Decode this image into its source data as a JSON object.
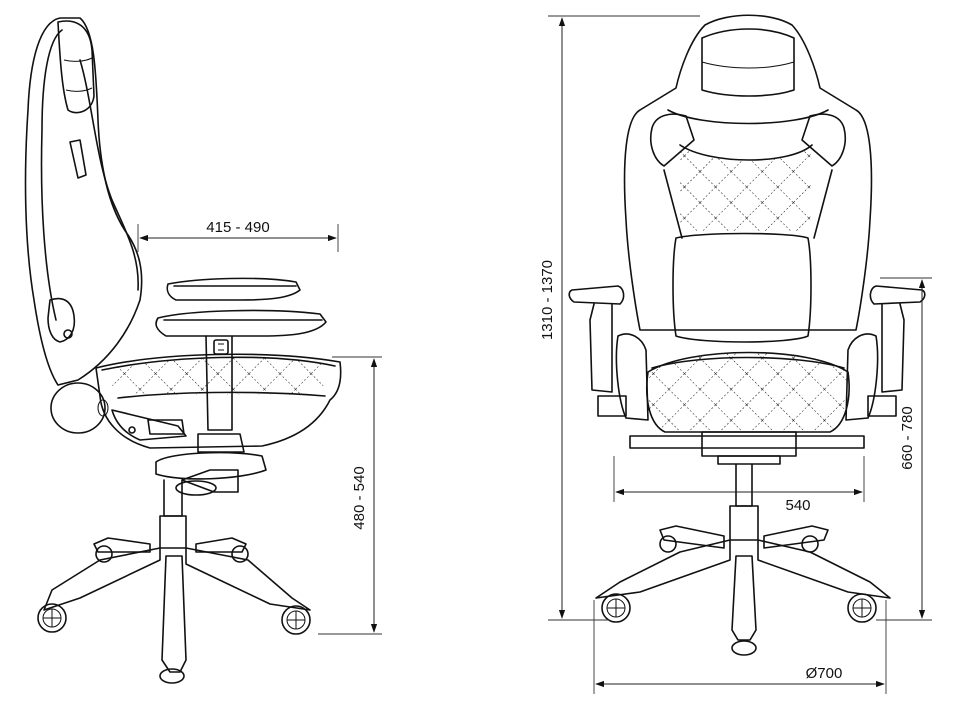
{
  "dimensions": {
    "depth_range": "415 - 490",
    "seat_height_range": "480 - 540",
    "total_height_range": "1310 - 1370",
    "armrest_height_range": "660 - 780",
    "seat_width": "540",
    "base_diameter": "Ø700"
  },
  "line_color": "#111111"
}
